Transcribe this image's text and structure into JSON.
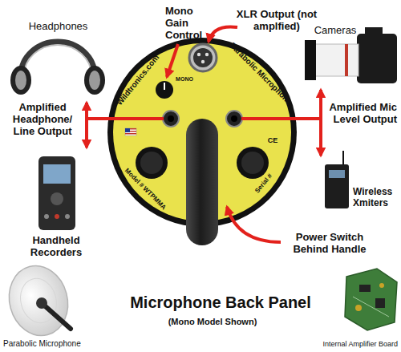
{
  "diagram": {
    "title": "Microphone Back Panel",
    "caption": "(Mono Model Shown)",
    "nodes": [
      {
        "text": [
          "Wildtronics.com",
          "Parabolic Microphone",
          "MONO",
          "CE",
          "Model # WTPMMA",
          "Serial #"
        ]
      }
    ],
    "labels": [
      "Mono Gain Control",
      "XLR Output (not amplfied)",
      "Headphones",
      "Cameras",
      "Amplified Headphone/ Line Output",
      "Amplified Mic Level Output",
      "Handheld Recorders",
      "Wireless Xmiters",
      "Power Switch Behind Handle",
      "Parabolic Microphone",
      "Internal Amplifier Board"
    ]
  }
}
